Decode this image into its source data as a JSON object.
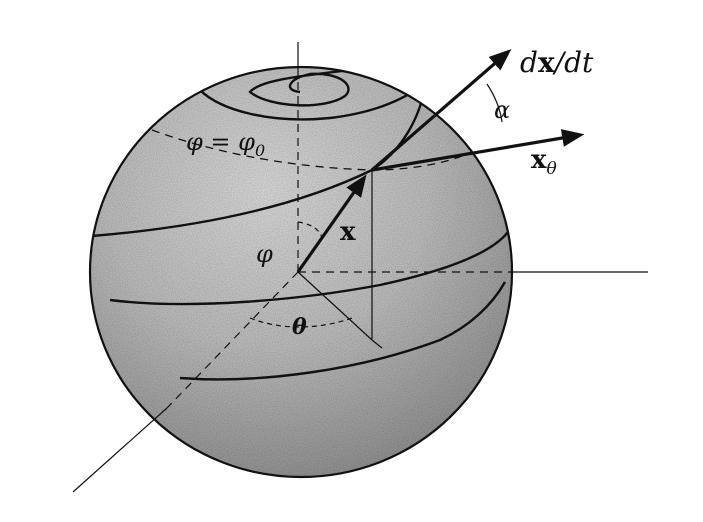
{
  "labels": {
    "dxdt_d": "d",
    "dxdt_x": "x",
    "dxdt_rest": "/dt",
    "alpha": "α",
    "x_theta_base": "x",
    "x_theta_sub": "θ",
    "phi_eq_phi0": "φ = φ",
    "phi0_sub": "0",
    "x_vector": "x",
    "phi_angle": "φ",
    "theta_angle": "θ"
  }
}
